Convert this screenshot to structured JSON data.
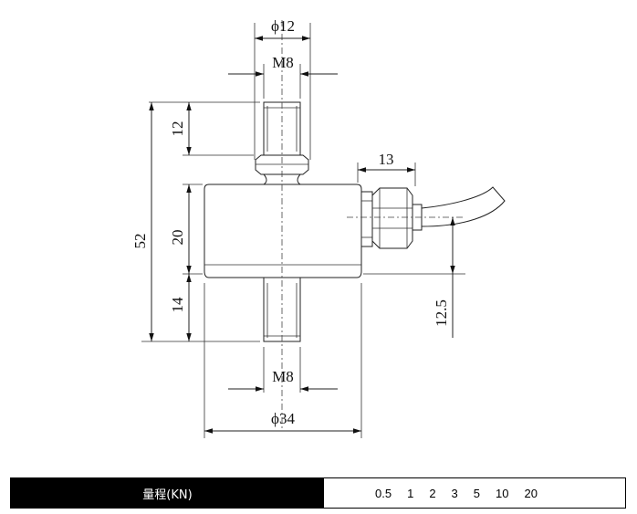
{
  "dimensions": {
    "top_diameter": "ϕ12",
    "top_thread": "M8",
    "top_height": "12",
    "total_height": "52",
    "body_height": "20",
    "bottom_height": "14",
    "cable_offset": "13",
    "cable_height": "12.5",
    "bottom_thread": "M8",
    "body_diameter": "ϕ34"
  },
  "spec_table": {
    "label": "量程(KN)",
    "values": [
      "0.5",
      "1",
      "2",
      "3",
      "5",
      "10",
      "20"
    ]
  }
}
